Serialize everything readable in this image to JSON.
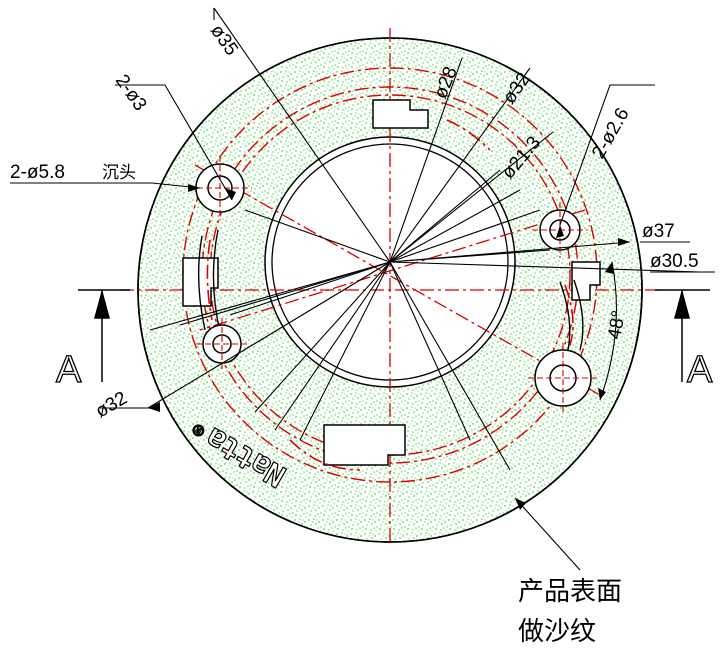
{
  "dimensions": {
    "d35": "ø35",
    "d28": "ø28",
    "d32_top": "ø32",
    "two_d3": "2-ø3",
    "two_d26": "2-ø2.6",
    "d21_3": "ø21.3",
    "two_d58": "2-ø5.8",
    "countersink": "沉头",
    "d37": "ø37",
    "d30_5": "ø30.5",
    "d32_bottom": "ø32",
    "angle": "48°"
  },
  "section": {
    "left": "A",
    "right": "A"
  },
  "logo": "Natta",
  "logo_mark": "®",
  "note": {
    "line1": "产品表面",
    "line2": "做沙纹"
  },
  "colors": {
    "texture": "#00cc00",
    "centerline": "#dd0000",
    "outline": "#000000",
    "background": "#ffffff"
  }
}
